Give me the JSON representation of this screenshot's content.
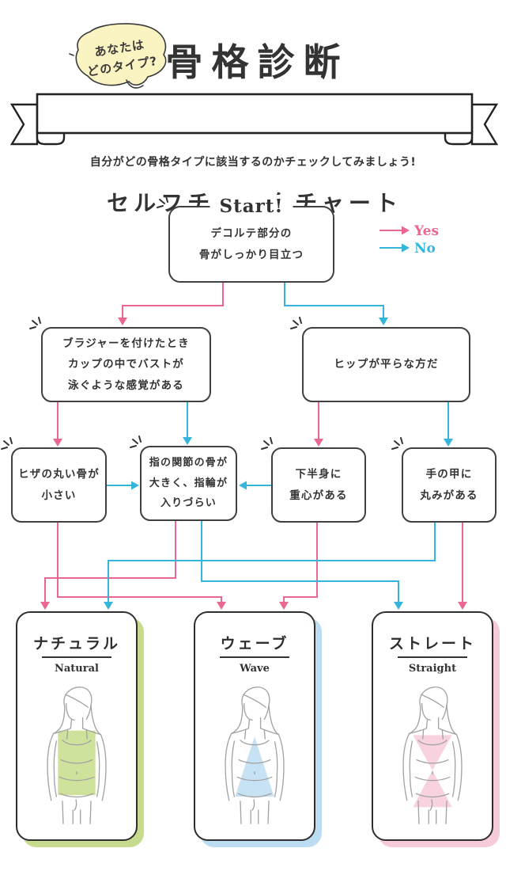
{
  "header": {
    "bubble": {
      "line1": "あなたは",
      "line2": "どのタイプ?",
      "bg_color": "#FAF3C2"
    },
    "title": "骨格診断",
    "banner_text": "セルフチェックチャート",
    "subtitle": "自分がどの骨格タイプに該当するのかチェックしてみましょう!"
  },
  "legend": {
    "yes": "Yes",
    "no": "No"
  },
  "flow": {
    "start": {
      "badge": "Start!",
      "lines": [
        "デコルテ部分の",
        "骨がしっかり目立つ"
      ]
    },
    "q_bra": {
      "lines": [
        "ブラジャーを付けたとき",
        "カップの中でバストが",
        "泳ぐような感覚がある"
      ]
    },
    "q_hip": {
      "lines": [
        "ヒップが平らな方だ"
      ]
    },
    "q_knee": {
      "lines": [
        "ヒザの丸い骨が",
        "小さい"
      ]
    },
    "q_knuckle": {
      "lines": [
        "指の関節の骨が",
        "大きく、指輪が",
        "入りづらい"
      ]
    },
    "q_lower": {
      "lines": [
        "下半身に",
        "重心がある"
      ]
    },
    "q_hand": {
      "lines": [
        "手の甲に",
        "丸みがある"
      ]
    }
  },
  "results": [
    {
      "jp": "ナチュラル",
      "en": "Natural",
      "shape": "rectangle",
      "accent_color": "#C6DB8E"
    },
    {
      "jp": "ウェーブ",
      "en": "Wave",
      "shape": "triangle",
      "accent_color": "#BCDDF1"
    },
    {
      "jp": "ストレート",
      "en": "Straight",
      "shape": "hourglass",
      "accent_color": "#F6CBD9"
    }
  ],
  "colors": {
    "yes_pink": "#E9688F",
    "no_blue": "#35B5DB",
    "box_border": "#404040",
    "bubble_yellow": "#FAF3C2"
  },
  "icons": {
    "sparkle": "three-stroke emphasis burst",
    "arrow": "solid triangle arrowhead"
  }
}
